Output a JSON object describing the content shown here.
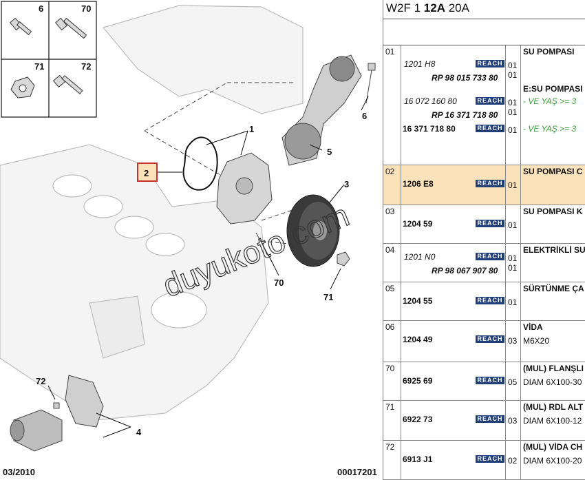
{
  "header": {
    "prefix": "W2F 1 ",
    "bold": "12A",
    "suffix": " 20A"
  },
  "reach_label": "REACH",
  "diagram": {
    "date": "03/2010",
    "code": "00017201",
    "watermark": "duyukoto.com",
    "fastener_boxes": [
      "6",
      "70",
      "71",
      "72"
    ],
    "callouts": [
      "1",
      "2",
      "3",
      "4",
      "5",
      "6",
      "70",
      "71",
      "72"
    ]
  },
  "rows": [
    {
      "num": "01",
      "refs": [
        {
          "text": "1201 H8",
          "style": "i",
          "qty": "01",
          "reach": true
        },
        {
          "text": "RP 98 015 733 80",
          "style": "bi",
          "qty": "01",
          "reach": false
        },
        {
          "text": "16 072 160 80",
          "style": "i",
          "qty": "01",
          "reach": true
        },
        {
          "text": "RP 16 371 718 80",
          "style": "bi",
          "qty": "01",
          "reach": false
        },
        {
          "text": "16 371 718 80",
          "style": "b",
          "qty": "01",
          "reach": true
        }
      ],
      "desc": [
        {
          "text": "SU POMPASI",
          "style": "b"
        },
        {
          "text": "E:SU POMPASI",
          "style": "b"
        },
        {
          "text": "- VE YAŞ >= 3",
          "style": "g"
        },
        {
          "text": "- VE YAŞ >= 3",
          "style": "g"
        }
      ]
    },
    {
      "num": "02",
      "selected": true,
      "refs": [
        {
          "text": "1206 E8",
          "style": "b",
          "qty": "01",
          "reach": true
        }
      ],
      "desc": [
        {
          "text": "SU POMPASI C",
          "style": "b"
        }
      ]
    },
    {
      "num": "03",
      "refs": [
        {
          "text": "1204 59",
          "style": "b",
          "qty": "01",
          "reach": true
        }
      ],
      "desc": [
        {
          "text": "SU POMPASI K",
          "style": "b"
        }
      ]
    },
    {
      "num": "04",
      "refs": [
        {
          "text": "1201 N0",
          "style": "i",
          "qty": "01",
          "reach": true
        },
        {
          "text": "RP 98 067 907 80",
          "style": "bi",
          "qty": "01",
          "reach": false
        }
      ],
      "desc": [
        {
          "text": "ELEKTRİKLİ SU",
          "style": "b"
        }
      ]
    },
    {
      "num": "05",
      "refs": [
        {
          "text": "1204 55",
          "style": "b",
          "qty": "01",
          "reach": true
        }
      ],
      "desc": [
        {
          "text": "SÜRTÜNME ÇA",
          "style": "b"
        }
      ]
    },
    {
      "num": "06",
      "refs": [
        {
          "text": "1204 49",
          "style": "b",
          "qty": "03",
          "reach": true
        }
      ],
      "desc": [
        {
          "text": "VİDA",
          "style": "b"
        },
        {
          "text": "M6X20",
          "style": ""
        }
      ]
    },
    {
      "num": "70",
      "refs": [
        {
          "text": "6925 69",
          "style": "b",
          "qty": "05",
          "reach": true
        }
      ],
      "desc": [
        {
          "text": "(MUL) FLANŞLI",
          "style": "b"
        },
        {
          "text": "DIAM 6X100-30",
          "style": ""
        }
      ]
    },
    {
      "num": "71",
      "refs": [
        {
          "text": "6922 73",
          "style": "b",
          "qty": "03",
          "reach": true
        }
      ],
      "desc": [
        {
          "text": "(MUL) RDL ALT",
          "style": "b"
        },
        {
          "text": "DIAM 6X100-12",
          "style": ""
        }
      ]
    },
    {
      "num": "72",
      "refs": [
        {
          "text": "6913 J1",
          "style": "b",
          "qty": "02",
          "reach": true
        }
      ],
      "desc": [
        {
          "text": "(MUL) VİDA CH",
          "style": "b"
        },
        {
          "text": "DIAM 6X100-20",
          "style": ""
        }
      ]
    }
  ]
}
